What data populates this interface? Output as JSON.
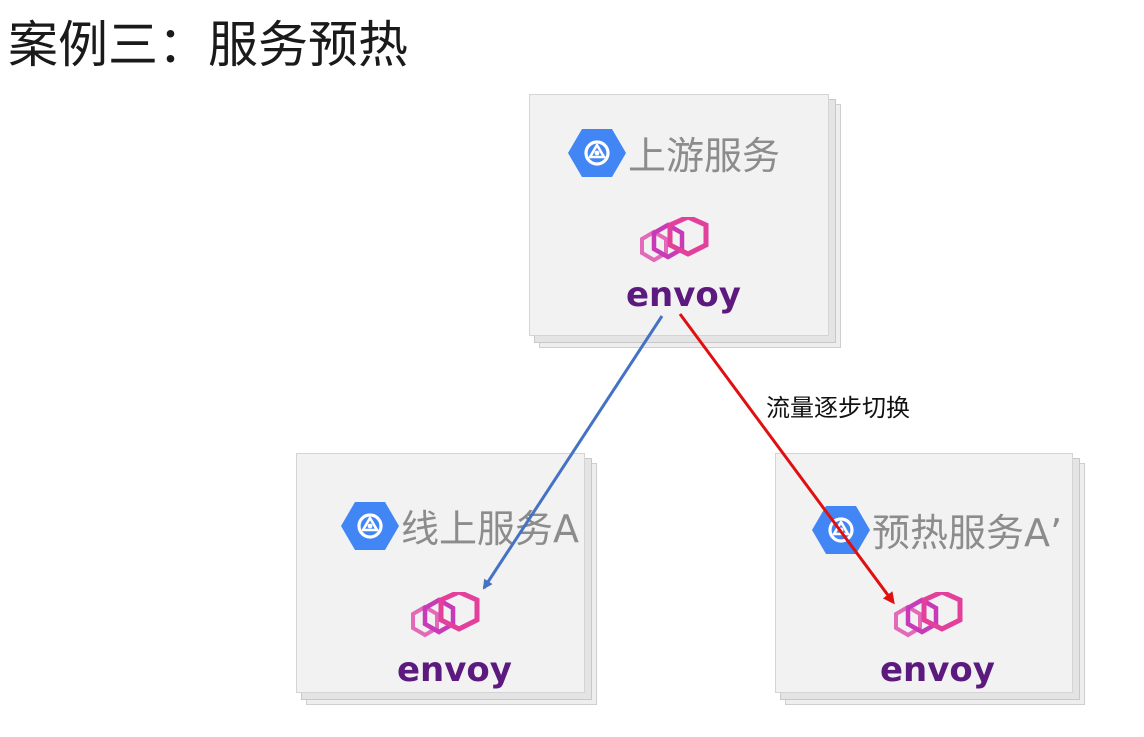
{
  "slide": {
    "title": "案例三：服务预热"
  },
  "nodes": {
    "upstream": {
      "label": "上游服务",
      "proxy": "envoy"
    },
    "online": {
      "label": "线上服务A",
      "proxy": "envoy"
    },
    "warmup": {
      "label": "预热服务A’",
      "proxy": "envoy"
    }
  },
  "edges": {
    "to_online": {
      "color": "#4472c4"
    },
    "to_warmup": {
      "color": "#e01010",
      "label": "流量逐步切换"
    }
  },
  "colors": {
    "gcp_blue": "#4285f4",
    "envoy_magenta": "#d43cc4",
    "envoy_text": "#5c1a7e"
  }
}
